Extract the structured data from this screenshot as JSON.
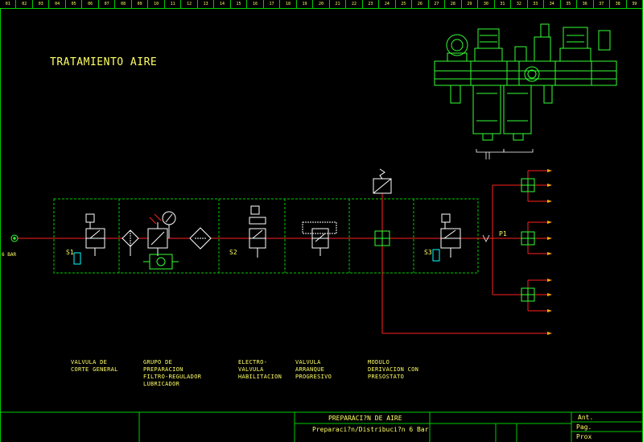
{
  "ruler": {
    "count": 39
  },
  "title": "TRATAMIENTO  AIRE",
  "source_label": "6 BAR",
  "valve_labels": {
    "s1": "S1",
    "s2": "S2",
    "s3": "S3",
    "p1": "P1"
  },
  "component_labels": [
    "VALVULA DE\nCORTE GENERAL",
    "GRUPO DE\nPREPARACION\nFILTRO-REGULADOR\nLUBRICADOR",
    "ELECTRO-\nVALVULA\nHABILITACION",
    "VALVULA\nARRANQUE\nPROGRESIVO",
    "MODULO\nDERIVACION CON\nPRESOSTATO"
  ],
  "title_block": {
    "title1": "PREPARACI?N DE AIRE",
    "title2": "Preparaci?n/Distribuci?n 6 Bar",
    "ant": "Ant.",
    "pag": "Pag.",
    "prox": "Prox"
  },
  "colors": {
    "green": "#00cc00",
    "red": "#ff2020",
    "yellow": "#ffff66",
    "cyan": "#00ffff",
    "white": "#ffffff",
    "bright_green": "#33ff33"
  }
}
